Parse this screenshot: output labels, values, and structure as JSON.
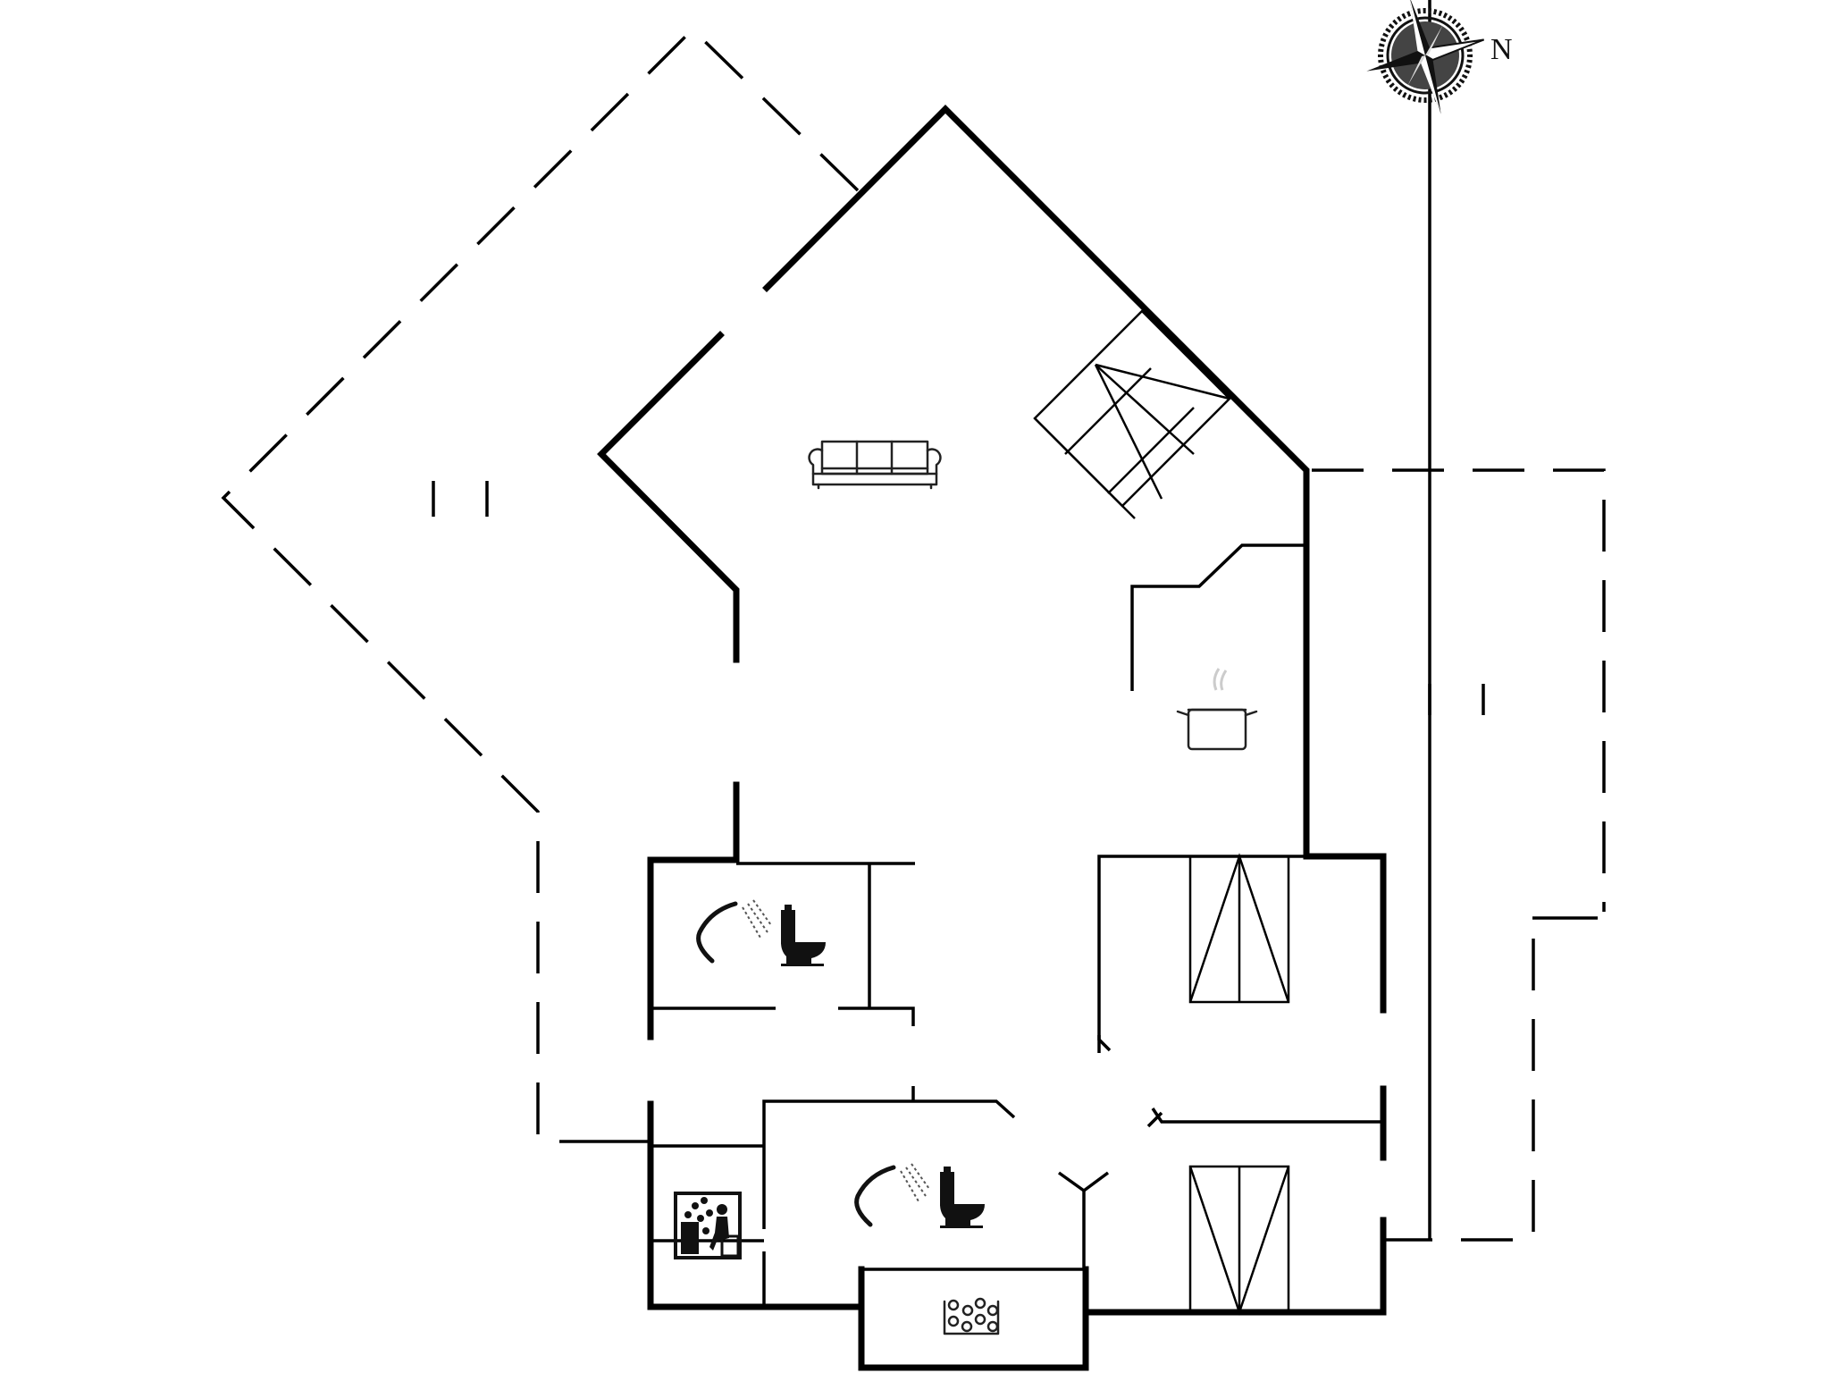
{
  "diagram": {
    "type": "floor-plan",
    "background": "#ffffff",
    "wall_color": "#000000"
  },
  "compass": {
    "label": "N",
    "icon": "compass-rose-icon"
  },
  "rooms": [
    {
      "id": "living-room",
      "fixture": "sofa-icon",
      "label": ""
    },
    {
      "id": "kitchen",
      "fixture": "cooking-pot-icon",
      "label": ""
    },
    {
      "id": "bathroom-1",
      "fixtures": [
        "shower-icon",
        "toilet-icon"
      ],
      "label": ""
    },
    {
      "id": "bathroom-2",
      "fixtures": [
        "shower-icon",
        "toilet-icon"
      ],
      "label": ""
    },
    {
      "id": "sauna",
      "fixture": "sauna-icon",
      "label": ""
    },
    {
      "id": "whirlpool-room",
      "fixture": "whirlpool-icon",
      "label": ""
    },
    {
      "id": "bedroom-1",
      "fixture": "double-bed-icon",
      "label": ""
    },
    {
      "id": "bedroom-2",
      "fixture": "double-bed-icon",
      "label": ""
    },
    {
      "id": "loft-stair",
      "fixture": "stair-icon",
      "label": ""
    }
  ],
  "terraces": [
    {
      "id": "terrace-west",
      "style": "dashed"
    },
    {
      "id": "terrace-east",
      "style": "dashed"
    }
  ]
}
